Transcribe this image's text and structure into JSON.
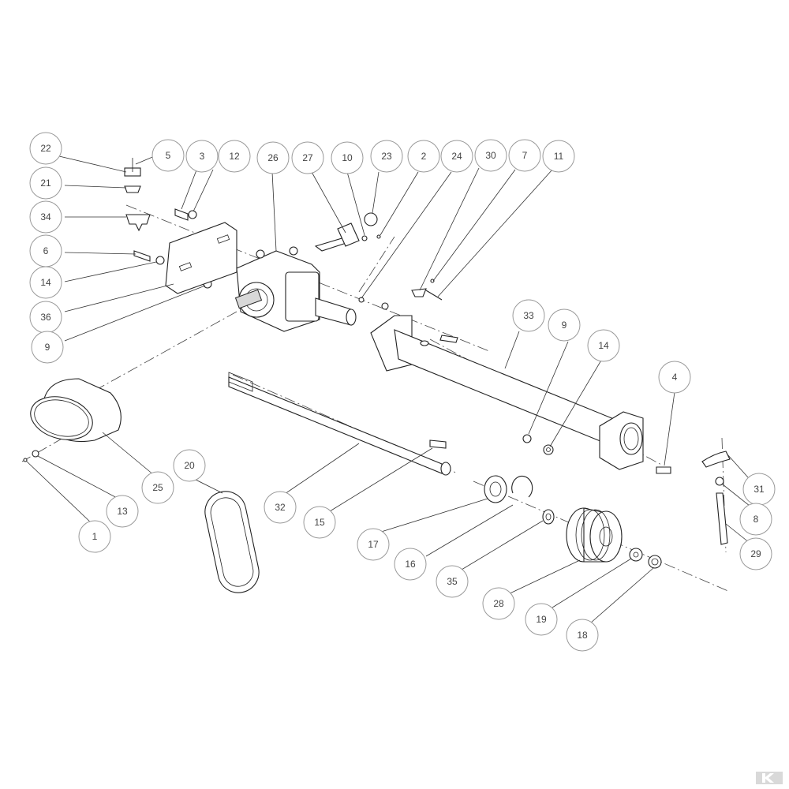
{
  "diagram": {
    "callouts": [
      {
        "id": "c22",
        "label": "22"
      },
      {
        "id": "c5",
        "label": "5"
      },
      {
        "id": "c3",
        "label": "3"
      },
      {
        "id": "c12",
        "label": "12"
      },
      {
        "id": "c26",
        "label": "26"
      },
      {
        "id": "c27",
        "label": "27"
      },
      {
        "id": "c10",
        "label": "10"
      },
      {
        "id": "c23",
        "label": "23"
      },
      {
        "id": "c2",
        "label": "2"
      },
      {
        "id": "c24",
        "label": "24"
      },
      {
        "id": "c30",
        "label": "30"
      },
      {
        "id": "c7",
        "label": "7"
      },
      {
        "id": "c11",
        "label": "11"
      },
      {
        "id": "c21",
        "label": "21"
      },
      {
        "id": "c34",
        "label": "34"
      },
      {
        "id": "c6",
        "label": "6"
      },
      {
        "id": "c14a",
        "label": "14"
      },
      {
        "id": "c36",
        "label": "36"
      },
      {
        "id": "c9a",
        "label": "9"
      },
      {
        "id": "c33",
        "label": "33"
      },
      {
        "id": "c9b",
        "label": "9"
      },
      {
        "id": "c14b",
        "label": "14"
      },
      {
        "id": "c4",
        "label": "4"
      },
      {
        "id": "c25",
        "label": "25"
      },
      {
        "id": "c13",
        "label": "13"
      },
      {
        "id": "c1",
        "label": "1"
      },
      {
        "id": "c20",
        "label": "20"
      },
      {
        "id": "c32",
        "label": "32"
      },
      {
        "id": "c15",
        "label": "15"
      },
      {
        "id": "c17",
        "label": "17"
      },
      {
        "id": "c16",
        "label": "16"
      },
      {
        "id": "c35",
        "label": "35"
      },
      {
        "id": "c28",
        "label": "28"
      },
      {
        "id": "c19",
        "label": "19"
      },
      {
        "id": "c18",
        "label": "18"
      },
      {
        "id": "c31",
        "label": "31"
      },
      {
        "id": "c8",
        "label": "8"
      },
      {
        "id": "c29",
        "label": "29"
      }
    ]
  },
  "colors": {
    "line": "#222222",
    "callout_stroke": "#9a9a9a",
    "brand": "#d9d9d9"
  },
  "brand": {
    "icon": "brand-logo-icon"
  }
}
